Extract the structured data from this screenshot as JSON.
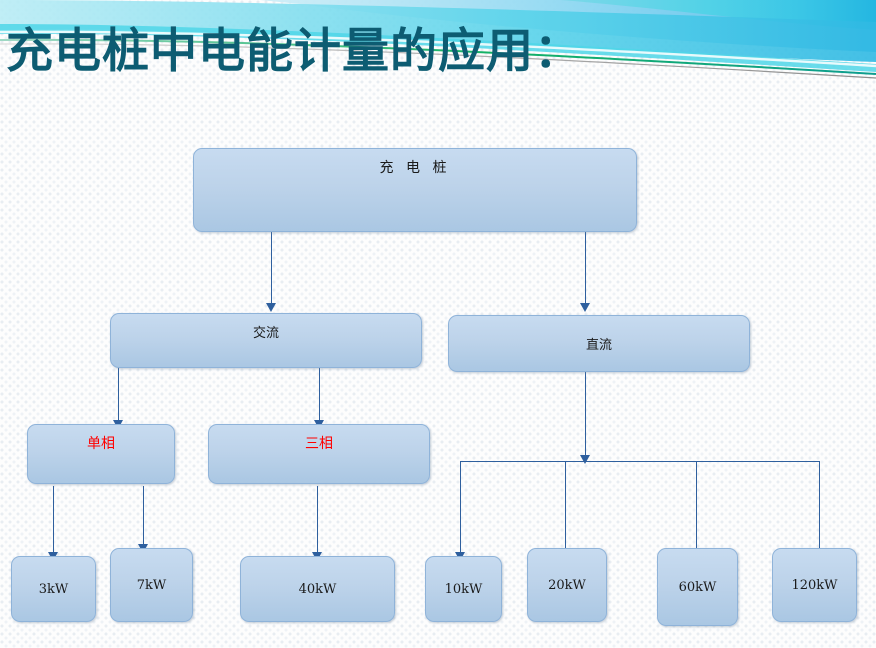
{
  "slide": {
    "title": "充电桩中电能计量的应用：",
    "title_color": "#0d5c72",
    "background_color": "#fdfdfd",
    "banner_colors": {
      "cyan": "#3fd0e0",
      "light_blue": "#6fc9ee",
      "deep_blue": "#2ba8dd",
      "green_accent": "#16b86b",
      "pale": "#bfe9f5"
    }
  },
  "flowchart": {
    "node_fill_top": "#c7dbf0",
    "node_fill_bottom": "#aac7e3",
    "node_border": "#8fb3d9",
    "connector_color": "#2e5f9e",
    "highlight_text_color": "#ff0000",
    "nodes": {
      "root": {
        "label": "充 电 桩"
      },
      "ac": {
        "label": "交流"
      },
      "dc": {
        "label": "直流"
      },
      "single_phase": {
        "label": "单相"
      },
      "three_phase": {
        "label": "三相"
      },
      "ac_single_ratings": [
        {
          "label": "3kW"
        },
        {
          "label": "7kW"
        }
      ],
      "ac_three_ratings": [
        {
          "label": "40kW"
        }
      ],
      "dc_ratings": [
        {
          "label": "10kW"
        },
        {
          "label": "20kW"
        },
        {
          "label": "60kW"
        },
        {
          "label": "120kW"
        }
      ]
    }
  }
}
